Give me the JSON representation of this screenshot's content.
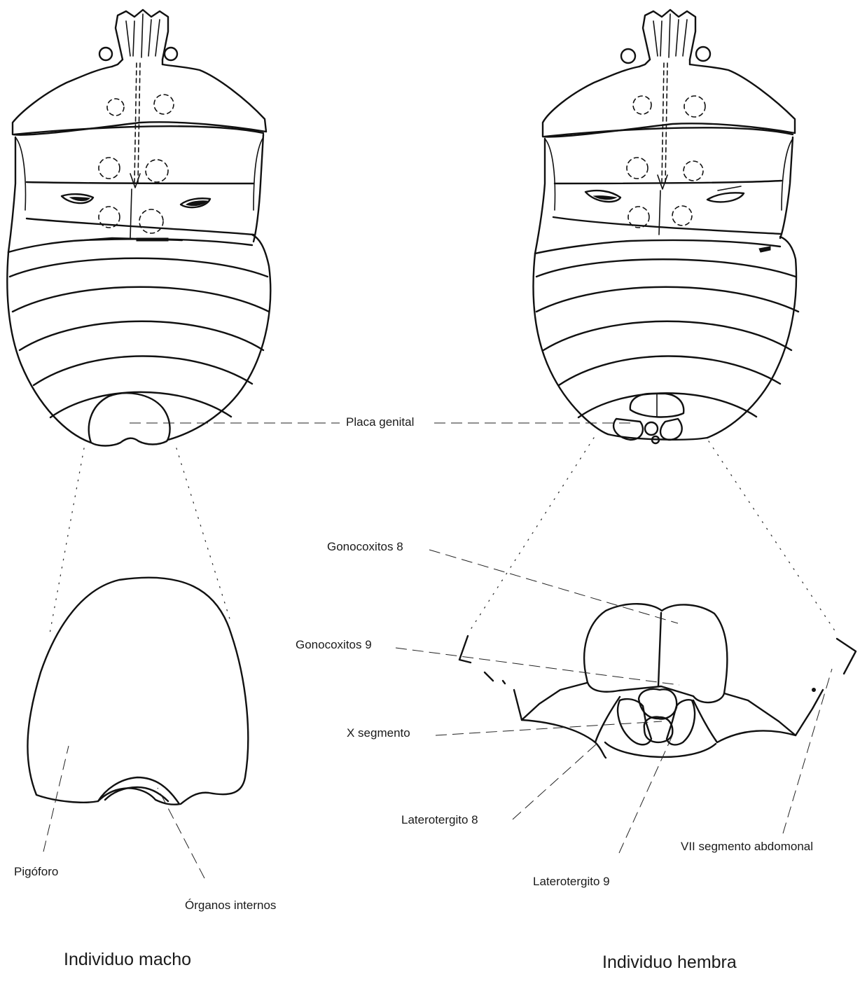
{
  "labels": {
    "placa_genital": "Placa genital",
    "gonocoxitos_8": "Gonocoxitos 8",
    "gonocoxitos_9": "Gonocoxitos 9",
    "x_segmento": "X segmento",
    "laterotergito_8": "Laterotergito 8",
    "laterotergito_9": "Laterotergito 9",
    "vii_segmento": "VII segmento abdomonal",
    "pigoforo": "Pigóforo",
    "organos_internos": "Órganos internos"
  },
  "captions": {
    "male": "Individuo macho",
    "female": "Individuo hembra"
  }
}
